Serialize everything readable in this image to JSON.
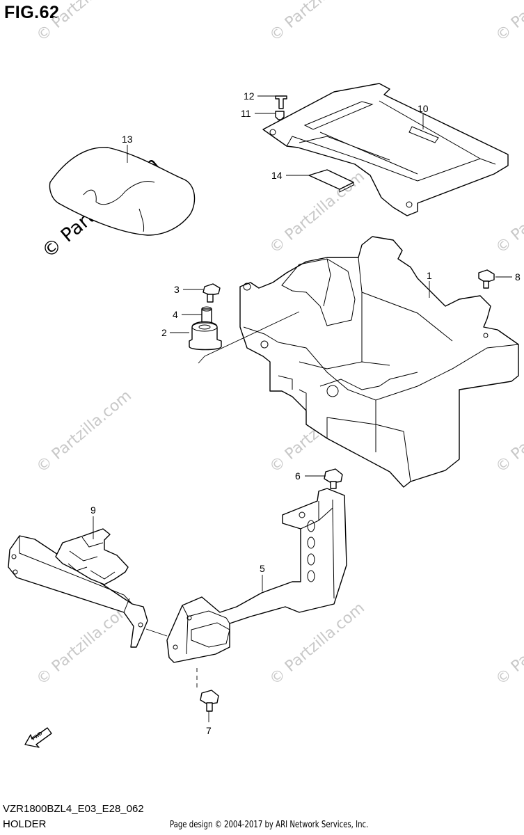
{
  "figure_title": "FIG.62",
  "footer": {
    "diagram_code": "VZR1800BZL4_E03_E28_062",
    "section_name": "HOLDER",
    "credit": "Page design © 2004-2017 by ARI Network Services, Inc."
  },
  "watermark": "© Partzilla.com",
  "fwd_label": "FWD",
  "callouts": [
    {
      "id": "c1",
      "label": "1"
    },
    {
      "id": "c2",
      "label": "2"
    },
    {
      "id": "c3",
      "label": "3"
    },
    {
      "id": "c4",
      "label": "4"
    },
    {
      "id": "c5",
      "label": "5"
    },
    {
      "id": "c6",
      "label": "6"
    },
    {
      "id": "c7",
      "label": "7"
    },
    {
      "id": "c8",
      "label": "8"
    },
    {
      "id": "c9",
      "label": "9"
    },
    {
      "id": "c10",
      "label": "10"
    },
    {
      "id": "c11",
      "label": "11"
    },
    {
      "id": "c12",
      "label": "12"
    },
    {
      "id": "c13",
      "label": "13"
    },
    {
      "id": "c14",
      "label": "14"
    }
  ]
}
